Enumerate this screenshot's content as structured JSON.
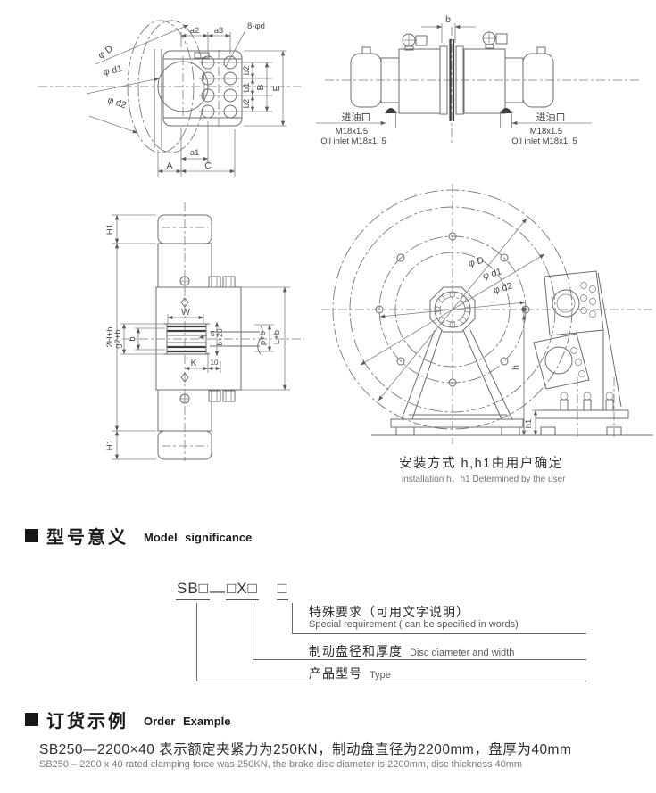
{
  "front_view": {
    "dims": {
      "a1": "a1",
      "a2": "a2",
      "a3": "a3",
      "holes": "8-φd",
      "phi_D": "φ D",
      "phi_d1": "φ d1",
      "phi_d2": "φ d2",
      "b2_top": "b2",
      "b1": "b1",
      "b2_bot": "b2",
      "B": "B",
      "E": "E",
      "A": "A",
      "C": "C"
    }
  },
  "side_view": {
    "dims": {
      "b": "b"
    },
    "oil_left": {
      "cn": "进油口",
      "thread": "M18x1.5",
      "en": "Oil inlet M18x1. 5"
    },
    "oil_right": {
      "cn": "进油口",
      "thread": "M18x1.5",
      "en": "Oil inlet M18x1. 5"
    }
  },
  "section_view": {
    "dims": {
      "H1_top": "H1",
      "H1_bot": "H1",
      "two_H_b": "2H+b",
      "g2_b": "g2+b",
      "b": "b",
      "W": "W",
      "gap": "5",
      "b_20": "b+20",
      "p_b": "p+b",
      "L_b": "L+b",
      "K": "K",
      "ten": "10"
    }
  },
  "disc_view": {
    "dims": {
      "phi_D": "φ D",
      "phi_d1": "φ d1",
      "phi_d2": "φ d2",
      "h": "h",
      "h1": "h1"
    },
    "caption_cn": "安装方式 h,h1由用户确定",
    "caption_en": "installation h、h1 Determined by the user"
  },
  "model_significance": {
    "heading_cn": "型号意义",
    "heading_en": "Model significance",
    "code_part1": "SB□",
    "code_dash": "—",
    "code_part2": "□X□",
    "code_part3": "□",
    "callout1_cn": "特殊要求（可用文字说明）",
    "callout1_en": "Special requirement ( can be specified in words)",
    "callout2_cn": "制动盘径和厚度",
    "callout2_en": "Disc diameter and width",
    "callout3_cn": "产品型号",
    "callout3_en": "Type"
  },
  "order_example": {
    "heading_cn": "订货示例",
    "heading_en": "Order Example",
    "line1": "SB250—2200×40 表示额定夹紧力为250KN，制动盘直径为2200mm，盘厚为40mm",
    "line2": "SB250 – 2200 x 40 rated clamping force was 250KN, the brake disc diameter is 2200mm, disc thickness 40mm"
  }
}
